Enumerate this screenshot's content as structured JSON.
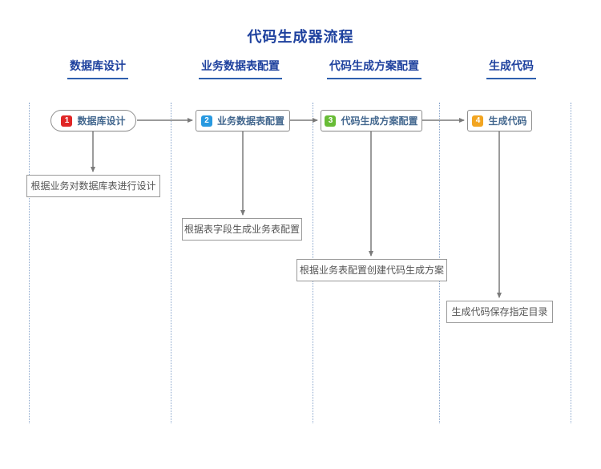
{
  "title": "代码生成器流程",
  "colors": {
    "title_blue": "#1e419e",
    "header_underline": "#2e5fae",
    "lane_separator": "#8aa6cc",
    "connector_gray": "#7a7a7a",
    "node_border": "#8f8f8f",
    "node_text": "#44688f",
    "note_text": "#555555",
    "badge_red": "#e02626",
    "badge_blue": "#2899e0",
    "badge_green": "#68bc36",
    "badge_orange": "#f2a521"
  },
  "lanes": [
    {
      "header": "数据库设计",
      "node": {
        "number": "1",
        "label": "数据库设计",
        "badge_color": "#e02626"
      },
      "note": "根据业务对数据库表进行设计"
    },
    {
      "header": "业务数据表配置",
      "node": {
        "number": "2",
        "label": "业务数据表配置",
        "badge_color": "#2899e0"
      },
      "note": "根据表字段生成业务表配置"
    },
    {
      "header": "代码生成方案配置",
      "node": {
        "number": "3",
        "label": "代码生成方案配置",
        "badge_color": "#68bc36"
      },
      "note": "根据业务表配置创建代码生成方案"
    },
    {
      "header": "生成代码",
      "node": {
        "number": "4",
        "label": "生成代码",
        "badge_color": "#f2a521"
      },
      "note": "生成代码保存指定目录"
    }
  ]
}
